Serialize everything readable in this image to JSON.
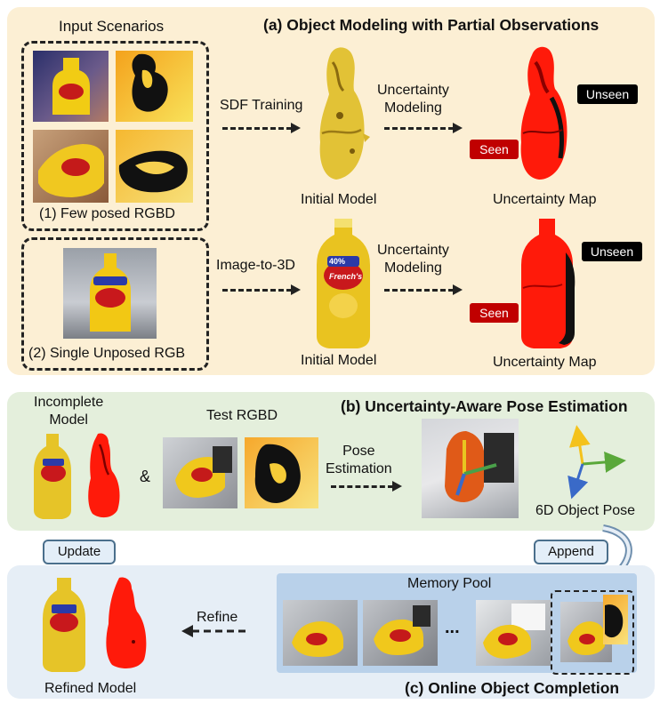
{
  "panel_a": {
    "title": "(a) Object Modeling with Partial Observations",
    "input_scenarios": "Input Scenarios",
    "few_posed": "(1) Few posed RGBD",
    "single_unposed": "(2) Single Unposed RGB",
    "sdf_training": "SDF Training",
    "image_to_3d": "Image-to-3D",
    "uncertainty_modeling_1": "Uncertainty\nModeling",
    "uncertainty_modeling_2": "Uncertainty\nModeling",
    "initial_model_1": "Initial Model",
    "initial_model_2": "Initial Model",
    "uncertainty_map_1": "Uncertainty Map",
    "uncertainty_map_2": "Uncertainty Map",
    "seen_1": "Seen",
    "unseen_1": "Unseen",
    "seen_2": "Seen",
    "unseen_2": "Unseen",
    "bottle_brand": "French's",
    "bottle_badge": "40%"
  },
  "panel_b": {
    "title": "(b) Uncertainty-Aware Pose Estimation",
    "incomplete_model": "Incomplete\nModel",
    "ampersand": "&",
    "test_rgbd": "Test RGBD",
    "pose_estimation": "Pose\nEstimation",
    "object_pose": "6D Object Pose"
  },
  "panel_c": {
    "title": "(c) Online Object Completion",
    "memory_pool": "Memory Pool",
    "ellipsis": "...",
    "refine": "Refine",
    "refined_model": "Refined Model",
    "update": "Update",
    "append": "Append"
  },
  "colors": {
    "panel_a_bg": "#fcefd4",
    "panel_b_bg": "#e4efdc",
    "panel_c_bg": "#e6eef6",
    "memory_pool_bg": "#b9d1ea",
    "uncertainty_red": "#ff1a0a",
    "mustard_yellow": "#e8c21c"
  }
}
